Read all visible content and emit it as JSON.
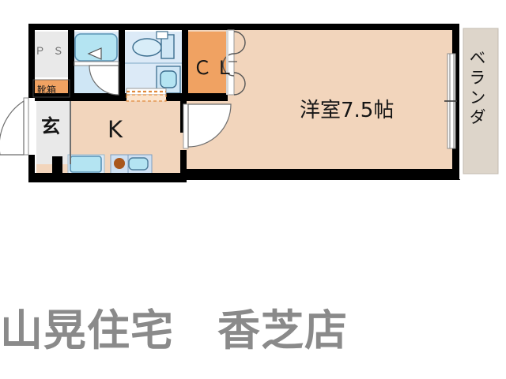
{
  "document": {
    "type": "real-estate-floor-plan",
    "layout_name": "1K"
  },
  "footer": {
    "shop_name": "山晃住宅　香芝店"
  },
  "rooms": [
    {
      "id": "ps",
      "label": "Ｐ Ｓ",
      "meaning": "pipe-shaft",
      "fill": "#e9e9e9"
    },
    {
      "id": "kutsubako",
      "label": "靴箱",
      "meaning": "shoe-cabinet",
      "fill": "#f0a262"
    },
    {
      "id": "genkan",
      "label": "玄",
      "meaning": "entrance",
      "fill": "#e9e9e9"
    },
    {
      "id": "kitchen",
      "label": "K",
      "meaning": "kitchen",
      "fill": "#f2d5bc"
    },
    {
      "id": "closet",
      "label": "ＣＬ",
      "meaning": "closet",
      "fill": "#f0a262"
    },
    {
      "id": "main-room",
      "label": "洋室7.5帖",
      "meaning": "western-style-room-7.5-tatami",
      "fill": "#f2d5bc"
    },
    {
      "id": "veranda",
      "label": "ベランダ",
      "meaning": "balcony",
      "fill": "#ddd5ca"
    }
  ],
  "fixtures": [
    {
      "id": "bathtub",
      "name": "bathtub"
    },
    {
      "id": "bath-floor",
      "name": "bath-floor"
    },
    {
      "id": "toilet",
      "name": "toilet"
    },
    {
      "id": "washbasin",
      "name": "washbasin"
    },
    {
      "id": "kitchen-sink",
      "name": "kitchen-sink"
    },
    {
      "id": "stove-burner",
      "name": "stove-burner"
    },
    {
      "id": "stove-top",
      "name": "stove-top"
    }
  ],
  "doors": [
    {
      "id": "entrance-door",
      "name": "entrance-swing-door"
    },
    {
      "id": "bath-door",
      "name": "bath-swing-door"
    },
    {
      "id": "washroom-door",
      "name": "washroom-sliding-door"
    },
    {
      "id": "room-door",
      "name": "room-swing-door"
    },
    {
      "id": "closet-door",
      "name": "closet-folding-door"
    },
    {
      "id": "balcony-window",
      "name": "balcony-sliding-window"
    }
  ],
  "colors": {
    "wall": "#000000",
    "floor_warm": "#f2d5bc",
    "closet_orange": "#f0a262",
    "water_light": "#dceaf7",
    "water_mid": "#b4e4f2",
    "grey_floor": "#e9e9e9",
    "veranda_beige": "#ddd5ca",
    "footer_grey": "#8a8a8a",
    "burner_brown": "#a9571d"
  }
}
